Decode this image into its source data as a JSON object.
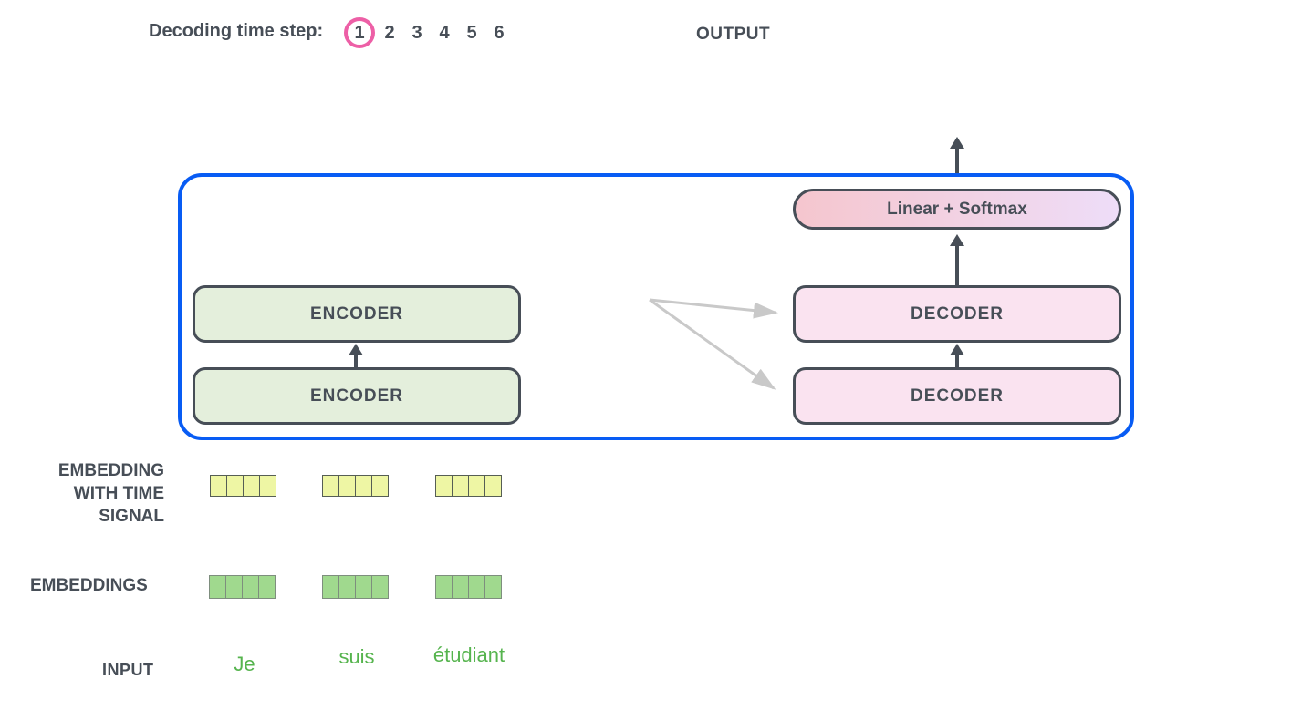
{
  "header": {
    "decoding_label": "Decoding time step:",
    "steps": [
      "1",
      "2",
      "3",
      "4",
      "5",
      "6"
    ],
    "active_step": "1",
    "output_label": "OUTPUT"
  },
  "model": {
    "encoders": [
      "ENCODER",
      "ENCODER"
    ],
    "decoders": [
      "DECODER",
      "DECODER"
    ],
    "linear_softmax_label": "Linear + Softmax"
  },
  "rows": {
    "time_signal_label": "EMBEDDING\nWITH TIME\nSIGNAL",
    "embeddings_label": "EMBEDDINGS",
    "input_label": "INPUT",
    "groups": 3,
    "cells_per_group": 4
  },
  "input": {
    "words": [
      "Je",
      "suis",
      "étudiant"
    ]
  },
  "colors": {
    "text-dark": "#474e57",
    "border-dark": "#474e57",
    "blue": "#085cf4",
    "pink": "#ed5fa6",
    "encoder-fill": "#e4efdc",
    "decoder-fill": "#fae3f0",
    "grad-left": "#f5c6ce",
    "grad-right": "#eeddf8",
    "cell-yellow": "#eef6a4",
    "cell-green": "#a0d98e",
    "word-green": "#56b44e",
    "arrow-gray": "#c9c9c9"
  }
}
